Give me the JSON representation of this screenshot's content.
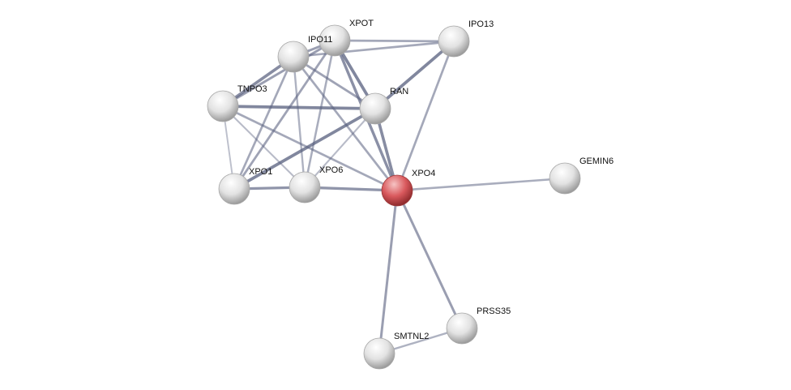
{
  "network": {
    "query_color": "#d9595d",
    "node_color": "#e0e0e0",
    "edge_color": "#5a6180",
    "nodes": [
      {
        "id": "XPOT",
        "label": "XPOT"
      },
      {
        "id": "IPO11",
        "label": "IPO11"
      },
      {
        "id": "IPO13",
        "label": "IPO13"
      },
      {
        "id": "TNPO3",
        "label": "TNPO3"
      },
      {
        "id": "RAN",
        "label": "RAN"
      },
      {
        "id": "XPO1",
        "label": "XPO1"
      },
      {
        "id": "XPO6",
        "label": "XPO6"
      },
      {
        "id": "XPO4",
        "label": "XPO4",
        "query": true
      },
      {
        "id": "GEMIN6",
        "label": "GEMIN6"
      },
      {
        "id": "PRSS35",
        "label": "PRSS35"
      },
      {
        "id": "SMTNL2",
        "label": "SMTNL2"
      }
    ],
    "edges": [
      {
        "source": "XPOT",
        "target": "IPO13",
        "score": 0.5
      },
      {
        "source": "IPO11",
        "target": "IPO13",
        "score": 0.5
      },
      {
        "source": "IPO11",
        "target": "XPOT",
        "score": 0.6
      },
      {
        "source": "TNPO3",
        "target": "IPO11",
        "score": 0.8
      },
      {
        "source": "TNPO3",
        "target": "XPOT",
        "score": 0.6
      },
      {
        "source": "TNPO3",
        "target": "RAN",
        "score": 0.85
      },
      {
        "source": "TNPO3",
        "target": "XPO1",
        "score": 0.25
      },
      {
        "source": "TNPO3",
        "target": "XPO6",
        "score": 0.3
      },
      {
        "source": "TNPO3",
        "target": "XPO4",
        "score": 0.5
      },
      {
        "source": "IPO11",
        "target": "XPO1",
        "score": 0.5
      },
      {
        "source": "IPO11",
        "target": "XPO6",
        "score": 0.4
      },
      {
        "source": "IPO11",
        "target": "RAN",
        "score": 0.55
      },
      {
        "source": "IPO11",
        "target": "XPO4",
        "score": 0.5
      },
      {
        "source": "XPOT",
        "target": "XPO1",
        "score": 0.55
      },
      {
        "source": "XPOT",
        "target": "XPO6",
        "score": 0.45
      },
      {
        "source": "XPOT",
        "target": "RAN",
        "score": 0.85
      },
      {
        "source": "XPOT",
        "target": "XPO4",
        "score": 0.75
      },
      {
        "source": "RAN",
        "target": "XPO1",
        "score": 0.85
      },
      {
        "source": "RAN",
        "target": "XPO6",
        "score": 0.3
      },
      {
        "source": "RAN",
        "target": "IPO13",
        "score": 0.85
      },
      {
        "source": "RAN",
        "target": "XPO4",
        "score": 0.8
      },
      {
        "source": "IPO13",
        "target": "XPO4",
        "score": 0.5
      },
      {
        "source": "XPO1",
        "target": "XPO6",
        "score": 0.7
      },
      {
        "source": "XPO6",
        "target": "XPO4",
        "score": 0.7
      },
      {
        "source": "XPO4",
        "target": "GEMIN6",
        "score": 0.45
      },
      {
        "source": "XPO4",
        "target": "PRSS35",
        "score": 0.6
      },
      {
        "source": "XPO4",
        "target": "SMTNL2",
        "score": 0.6
      },
      {
        "source": "PRSS35",
        "target": "SMTNL2",
        "score": 0.4
      }
    ]
  }
}
